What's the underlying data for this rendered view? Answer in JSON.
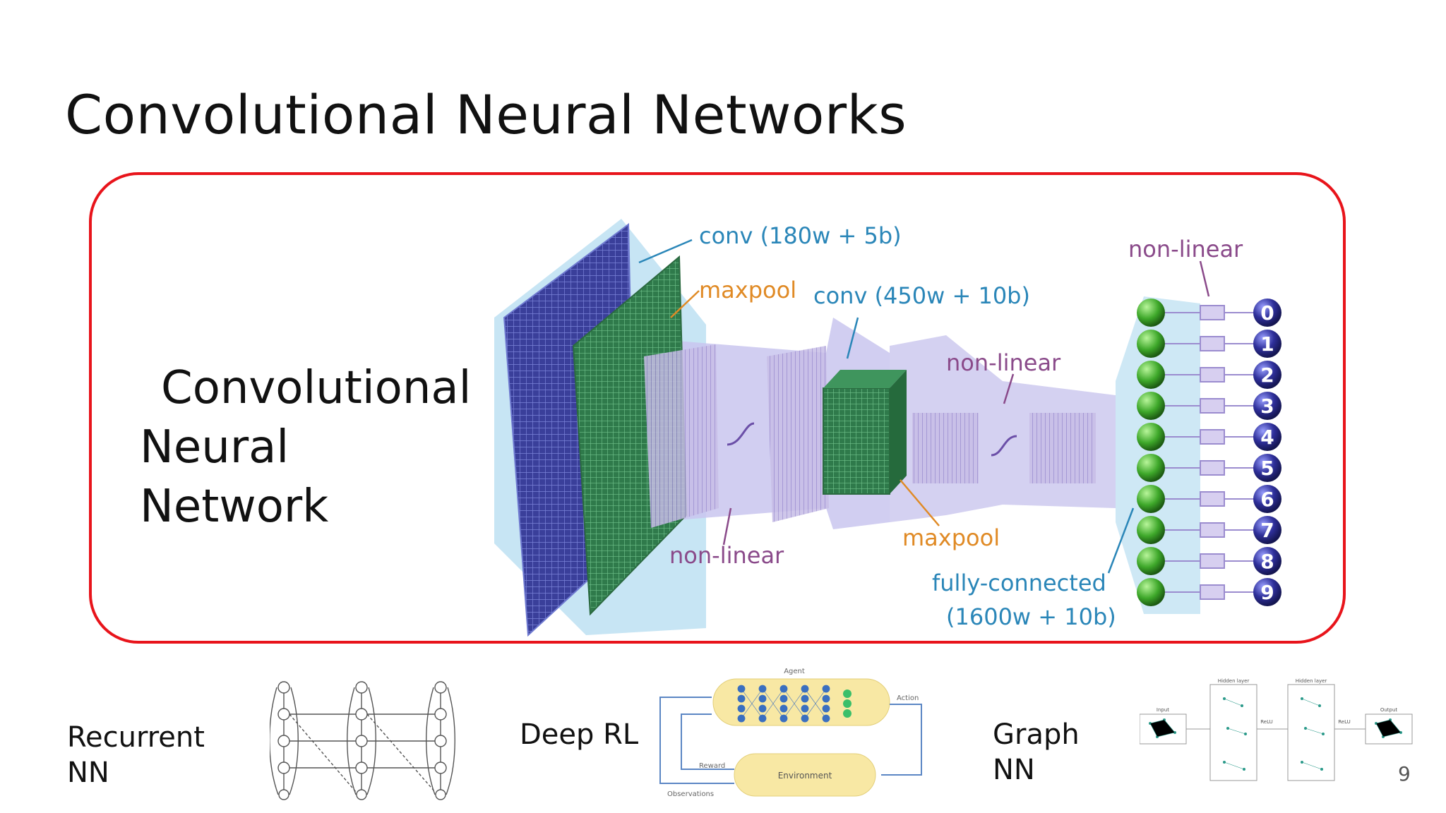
{
  "slide": {
    "title": "Convolutional Neural Networks",
    "page_number": "9",
    "accent_color": "#e8141b"
  },
  "main_figure": {
    "label_lines": [
      "Convolutional",
      "Neural",
      "Network"
    ],
    "annotations": {
      "conv1": "conv (180w + 5b)",
      "maxpool1": "maxpool",
      "conv2": "conv (450w + 10b)",
      "nonlinear_top": "non-linear",
      "nonlinear_mid": "non-linear",
      "nonlinear_bottom": "non-linear",
      "maxpool2": "maxpool",
      "fully_connected_1": "fully-connected",
      "fully_connected_2": "(1600w + 10b)"
    },
    "outputs": [
      "0",
      "1",
      "2",
      "3",
      "4",
      "5",
      "6",
      "7",
      "8",
      "9"
    ]
  },
  "bottom_row": {
    "recurrent": {
      "line1": "Recurrent",
      "line2": "NN"
    },
    "deep_rl": {
      "label": "Deep RL",
      "diagram": {
        "agent": "Agent",
        "action": "Action",
        "reward": "Reward",
        "observations": "Observations",
        "environment": "Environment"
      }
    },
    "graph": {
      "line1": "Graph",
      "line2": "NN",
      "diagram": {
        "input": "Input",
        "hidden1": "Hidden layer",
        "relu1": "ReLU",
        "hidden2": "Hidden layer",
        "relu2": "ReLU",
        "output": "Output"
      }
    }
  }
}
